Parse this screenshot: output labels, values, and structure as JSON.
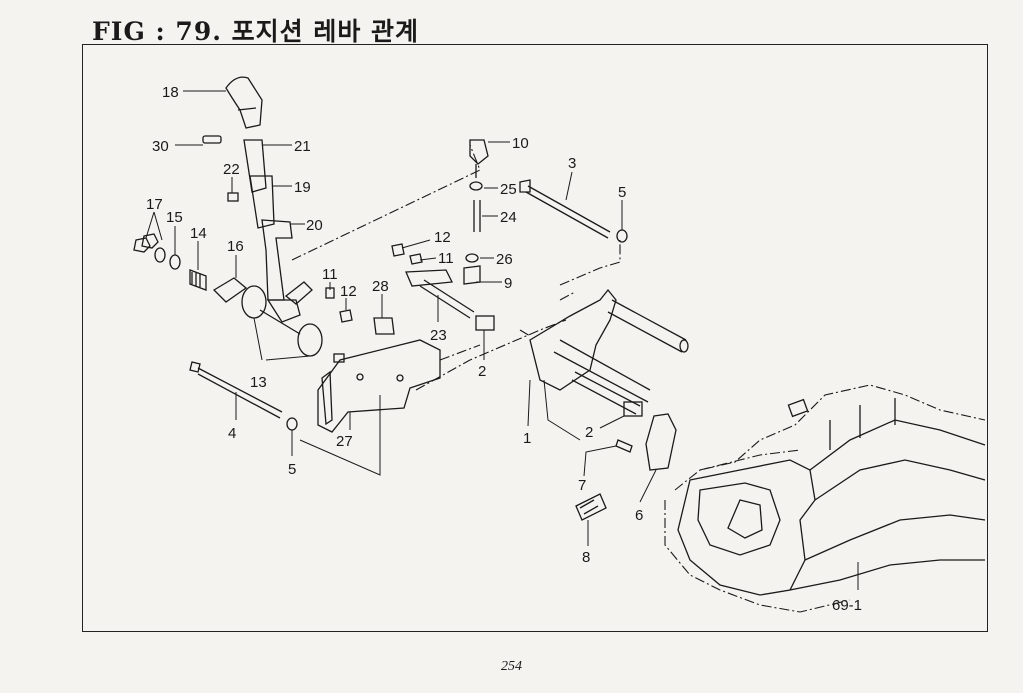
{
  "figure": {
    "title": "FIG : 79. 포지션 레바 관계",
    "page_number": "254"
  },
  "callouts": {
    "c1": "1",
    "c2a": "2",
    "c2b": "2",
    "c3": "3",
    "c4": "4",
    "c5a": "5",
    "c5b": "5",
    "c6": "6",
    "c7": "7",
    "c8": "8",
    "c9": "9",
    "c10": "10",
    "c11a": "11",
    "c11b": "11",
    "c12a": "12",
    "c12b": "12",
    "c13": "13",
    "c14": "14",
    "c15": "15",
    "c16": "16",
    "c17": "17",
    "c18": "18",
    "c19": "19",
    "c20": "20",
    "c21": "21",
    "c22": "22",
    "c23": "23",
    "c24": "24",
    "c25": "25",
    "c26": "26",
    "c27": "27",
    "c28": "28",
    "c30": "30",
    "c69": "69-1"
  }
}
